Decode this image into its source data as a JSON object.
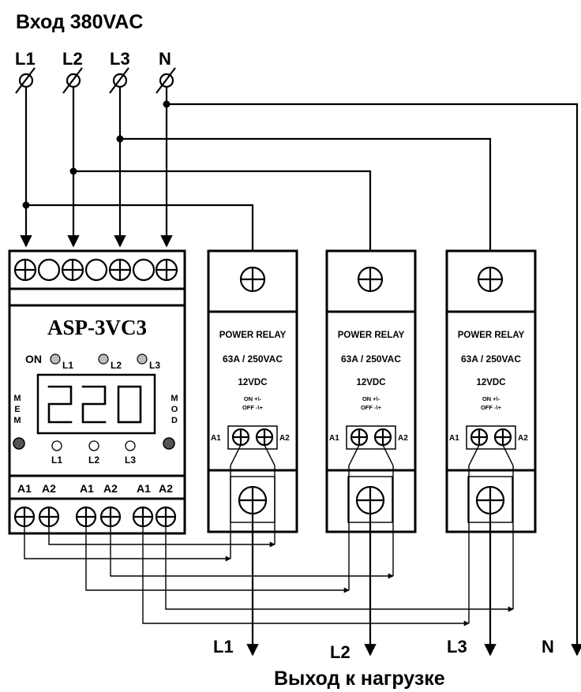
{
  "header": {
    "input_title": "Вход 380VAC",
    "output_title": "Выход к нагрузке"
  },
  "inputs": [
    "L1",
    "L2",
    "L3",
    "N"
  ],
  "outputs": [
    "L1",
    "L2",
    "L3",
    "N"
  ],
  "controller": {
    "model": "ASP-3VC3",
    "on_label": "ON",
    "led_labels": [
      "L1",
      "L2",
      "L3"
    ],
    "display_value": "220",
    "mem_label": "M E M",
    "mod_label": "M O D",
    "button_labels": [
      "L1",
      "L2",
      "L3"
    ],
    "terminal_labels": [
      "A1",
      "A2",
      "A1",
      "A2",
      "A1",
      "A2"
    ]
  },
  "relays": [
    {
      "title": "POWER RELAY",
      "rating": "63A / 250VAC",
      "coil": "12VDC",
      "mode_on": "ON +\\-",
      "mode_off": "OFF -\\+",
      "a1": "A1",
      "a2": "A2"
    },
    {
      "title": "POWER RELAY",
      "rating": "63A / 250VAC",
      "coil": "12VDC",
      "mode_on": "ON +\\-",
      "mode_off": "OFF -\\+",
      "a1": "A1",
      "a2": "A2"
    },
    {
      "title": "POWER RELAY",
      "rating": "63A / 250VAC",
      "coil": "12VDC",
      "mode_on": "ON +\\-",
      "mode_off": "OFF -\\+",
      "a1": "A1",
      "a2": "A2"
    }
  ]
}
